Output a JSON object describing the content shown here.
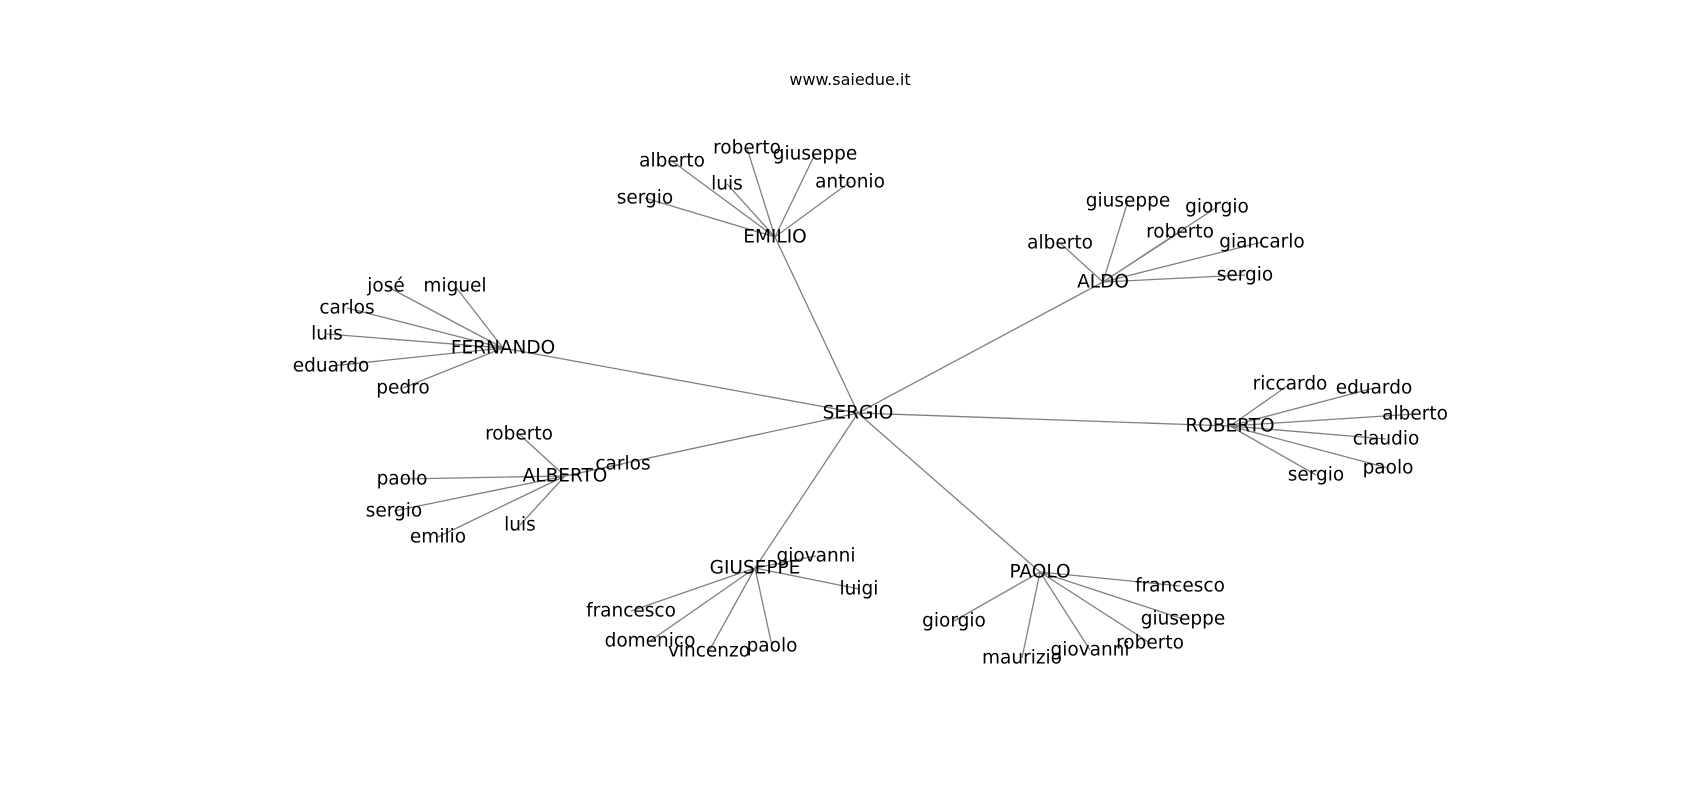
{
  "header": {
    "title": "www.saiedue.it"
  },
  "colors": {
    "edge": "#808080",
    "text": "#000000",
    "background": "#ffffff"
  },
  "graph": {
    "root": "SERGIO",
    "groups": [
      {
        "hub": "EMILIO",
        "leaves": [
          "sergio",
          "alberto",
          "luis",
          "roberto",
          "giuseppe",
          "antonio"
        ]
      },
      {
        "hub": "ALDO",
        "leaves": [
          "alberto",
          "giuseppe",
          "roberto",
          "giorgio",
          "giancarlo",
          "sergio"
        ]
      },
      {
        "hub": "FERNANDO",
        "leaves": [
          "josé",
          "miguel",
          "carlos",
          "luis",
          "eduardo",
          "pedro"
        ]
      },
      {
        "hub": "ROBERTO",
        "leaves": [
          "riccardo",
          "eduardo",
          "alberto",
          "claudio",
          "paolo",
          "sergio"
        ]
      },
      {
        "hub": "ALBERTO",
        "leaves": [
          "roberto",
          "carlos",
          "paolo",
          "sergio",
          "emilio",
          "luis"
        ]
      },
      {
        "hub": "GIUSEPPE",
        "leaves": [
          "giovanni",
          "luigi",
          "francesco",
          "domenico",
          "vincenzo",
          "paolo"
        ]
      },
      {
        "hub": "PAOLO",
        "leaves": [
          "francesco",
          "giuseppe",
          "roberto",
          "giovanni",
          "maurizio",
          "giorgio"
        ]
      }
    ]
  }
}
